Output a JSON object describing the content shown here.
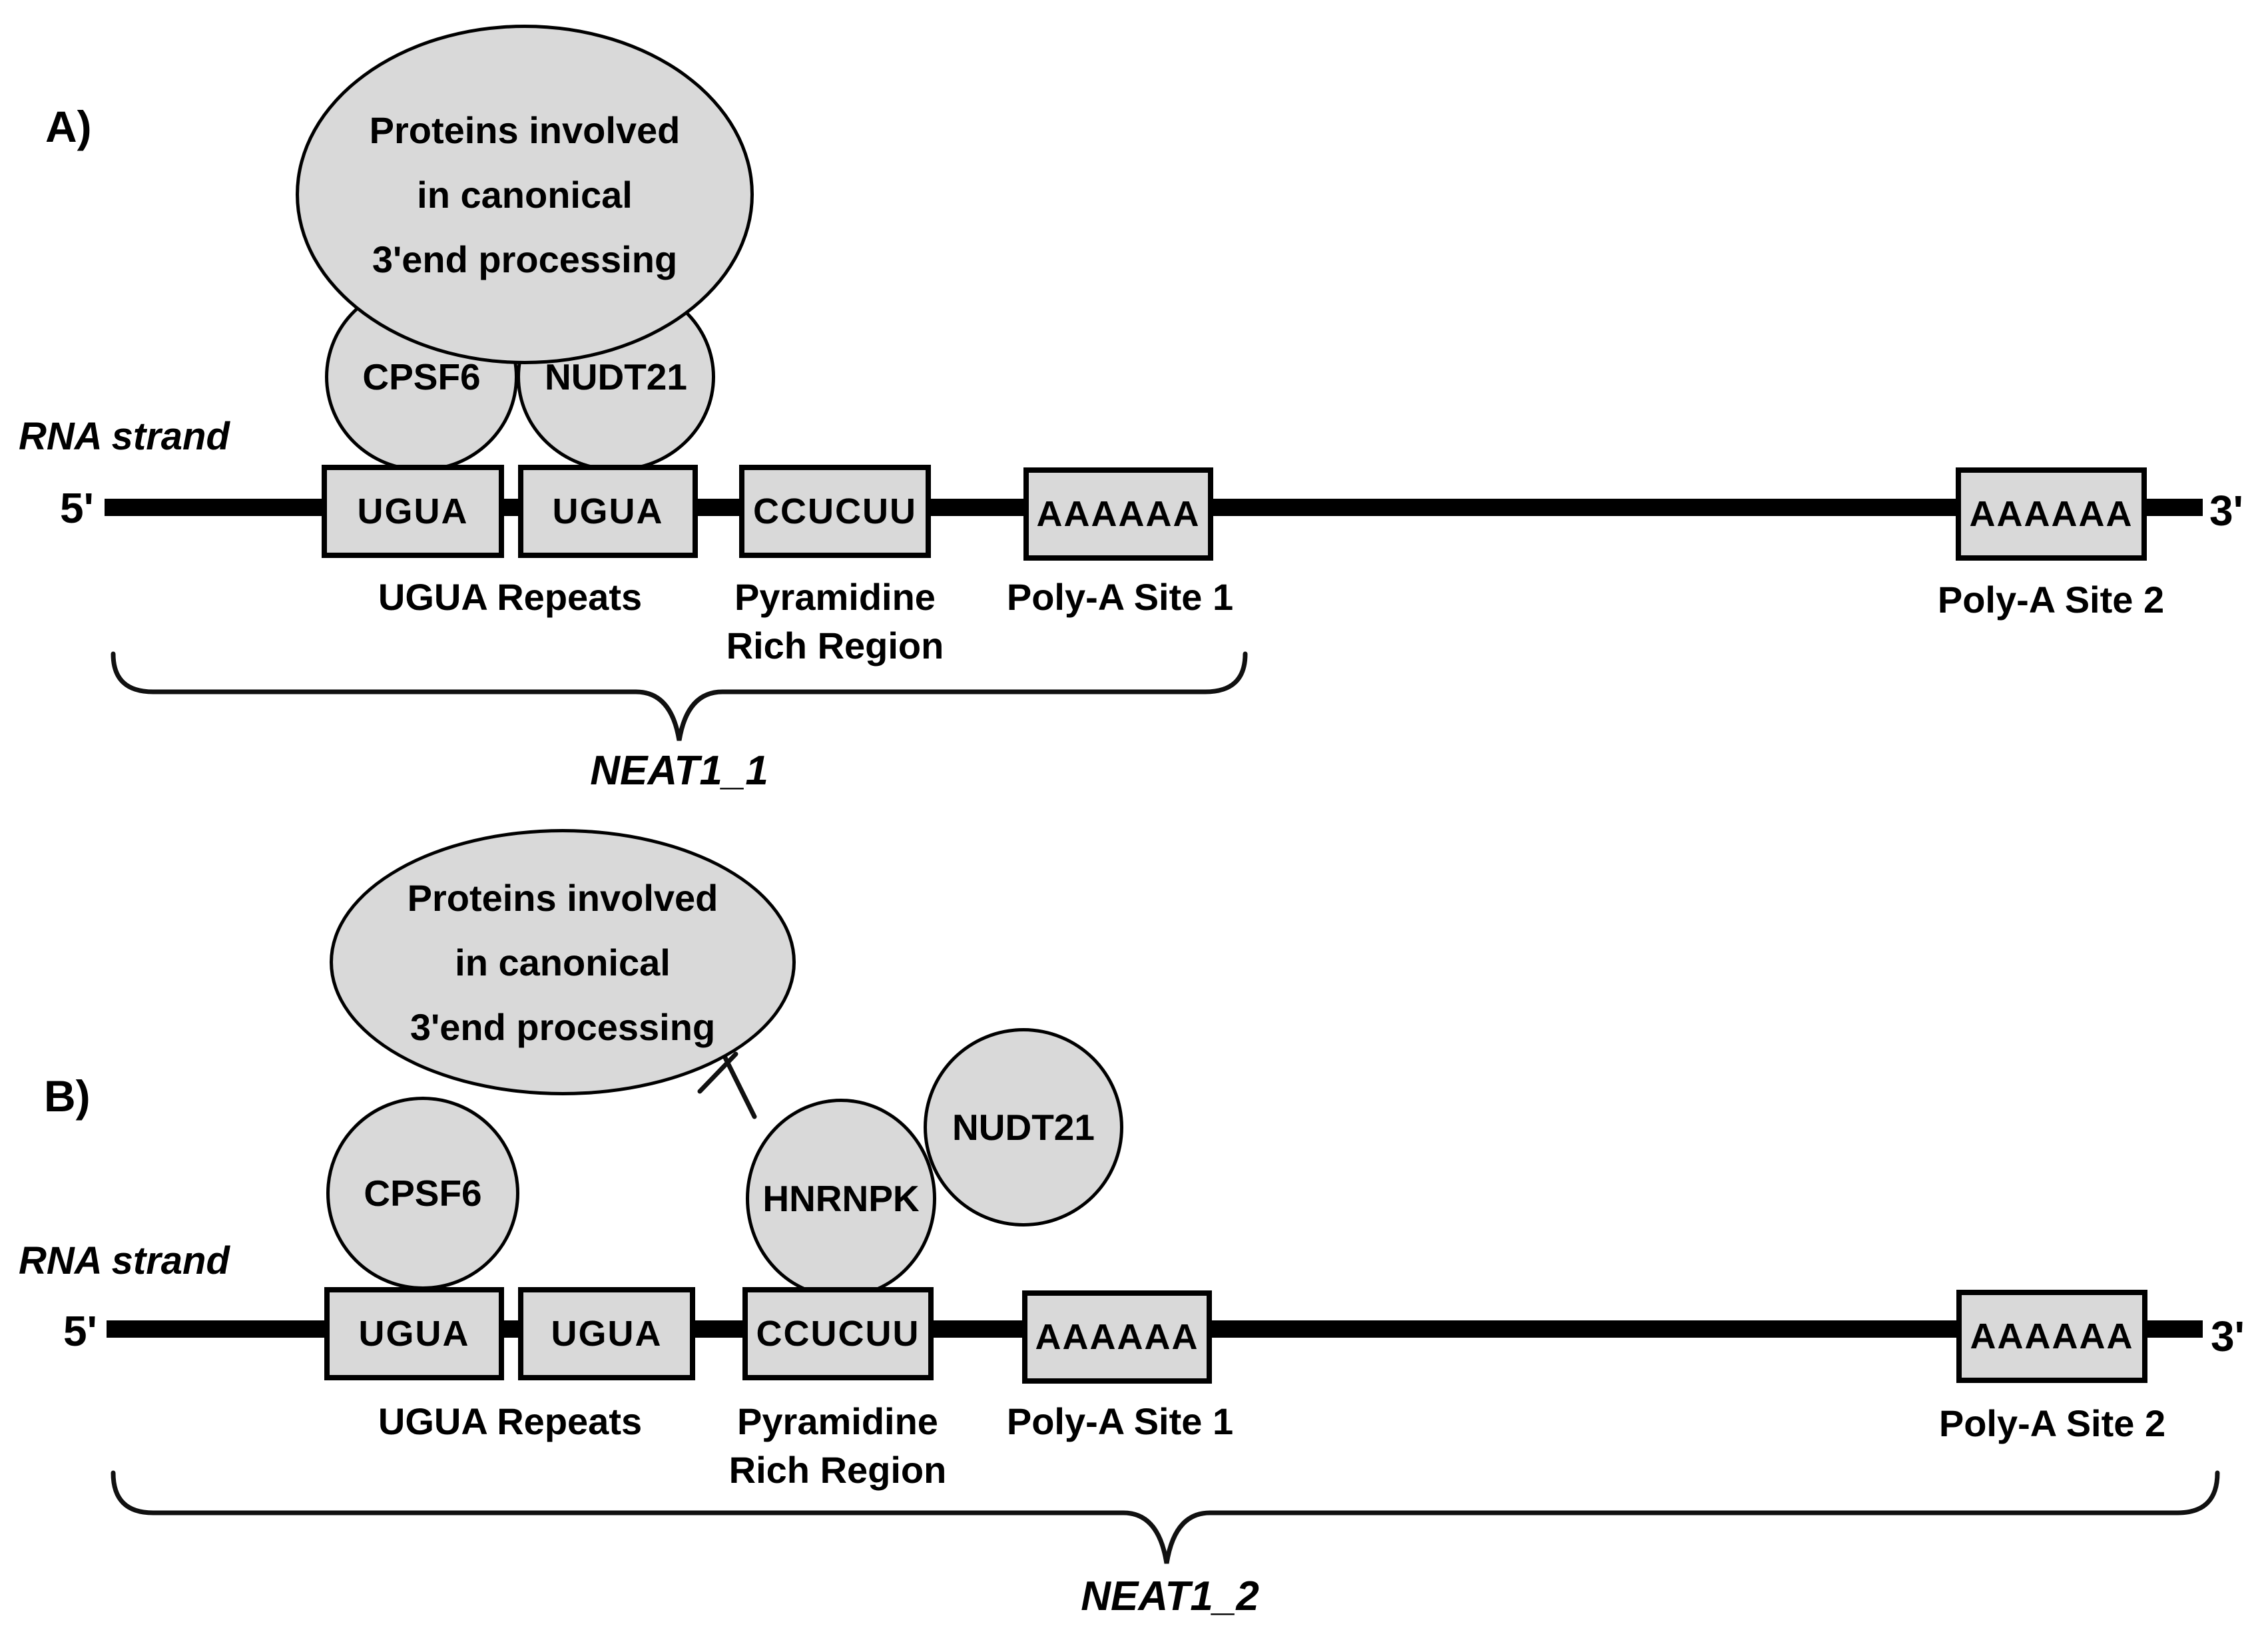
{
  "colors": {
    "shape_fill": "#d9d9d9",
    "stroke": "#000000",
    "background": "#ffffff",
    "text": "#000000"
  },
  "panel_a": {
    "label": "A)",
    "ellipse_lines": [
      "Proteins involved",
      "in canonical",
      "3'end processing"
    ],
    "proteins": {
      "cpsf6": "CPSF6",
      "nudt21": "NUDT21"
    },
    "rna_strand_label": "RNA strand",
    "five_prime": "5'",
    "three_prime": "3'",
    "boxes": [
      "UGUA",
      "UGUA",
      "CCUCUU",
      "AAAAAA",
      "AAAAAA"
    ],
    "region_labels": {
      "ugua_repeats": "UGUA Repeats",
      "pyrimidine_line1": "Pyramidine",
      "pyrimidine_line2": "Rich Region",
      "polya_site1": "Poly-A Site 1",
      "polya_site2": "Poly-A Site 2"
    },
    "brace_label": "NEAT1_1"
  },
  "panel_b": {
    "label": "B)",
    "ellipse_lines": [
      "Proteins involved",
      "in canonical",
      "3'end processing"
    ],
    "proteins": {
      "cpsf6": "CPSF6",
      "hnrnpk": "HNRNPK",
      "nudt21": "NUDT21"
    },
    "rna_strand_label": "RNA strand",
    "five_prime": "5'",
    "three_prime": "3'",
    "boxes": [
      "UGUA",
      "UGUA",
      "CCUCUU",
      "AAAAAA",
      "AAAAAA"
    ],
    "region_labels": {
      "ugua_repeats": "UGUA Repeats",
      "pyrimidine_line1": "Pyramidine",
      "pyrimidine_line2": "Rich Region",
      "polya_site1": "Poly-A Site 1",
      "polya_site2": "Poly-A Site 2"
    },
    "brace_label": "NEAT1_2"
  }
}
